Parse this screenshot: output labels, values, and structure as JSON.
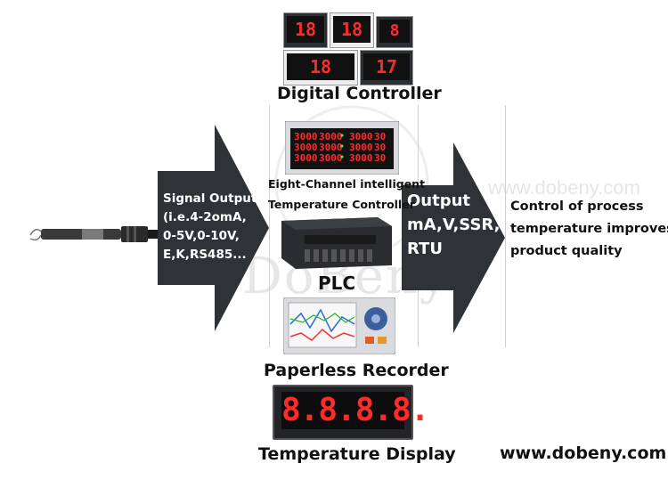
{
  "labels": {
    "digital_controller": "Digital Controller",
    "eight_channel": "Eight-Channel intelligent",
    "temperature_controller": "Temperature Controller",
    "plc": "PLC",
    "paperless_recorder": "Paperless Recorder",
    "temperature_display": "Temperature Display"
  },
  "left_arrow": {
    "lines": [
      "Signal Output",
      "(i.e.4-2omA,",
      "0-5V,0-10V,",
      "E,K,RS485..."
    ]
  },
  "right_arrow": {
    "lines": [
      "Output",
      "mA,V,SSR,",
      "RTU"
    ]
  },
  "result": {
    "lines": [
      "Control of process",
      "temperature improves",
      "product quality"
    ]
  },
  "watermark": {
    "url": "www.dobeny.com",
    "logo": "DoBeny"
  },
  "footer_url": "www.dobeny.com",
  "device_readouts": {
    "digital_controller": [
      "18",
      "18",
      "8",
      "18",
      "17"
    ],
    "big_display": "8.8.8.8."
  },
  "colors": {
    "arrow": "#2f3236",
    "led_red": "#ff2a2a",
    "led_green": "#3cff3c"
  }
}
